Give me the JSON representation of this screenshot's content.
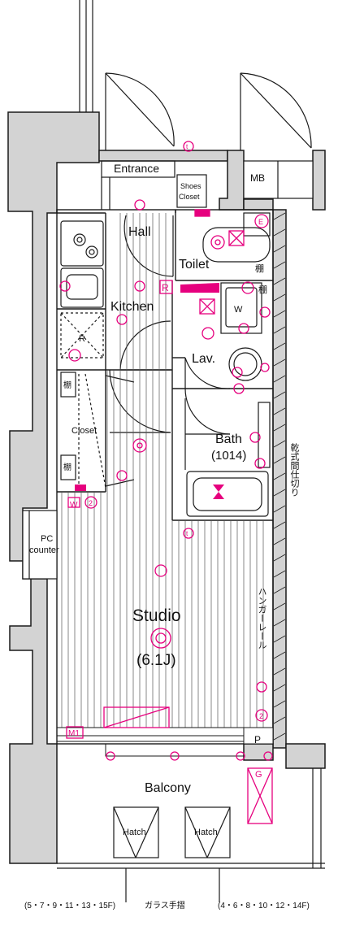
{
  "rooms": {
    "entrance": "Entrance",
    "shoes_closet_line1": "Shoes",
    "shoes_closet_line2": "Closet",
    "mb": "MB",
    "hall": "Hall",
    "toilet": "Toilet",
    "kitchen": "Kitchen",
    "lav": "Lav.",
    "bath": "Bath",
    "bath_size": "(1014)",
    "closet": "Closet",
    "pc_counter_line1": "PC",
    "pc_counter_line2": "counter",
    "studio": "Studio",
    "studio_size": "(6.1J)",
    "balcony": "Balcony",
    "hatch_left": "Hatch",
    "hatch_right": "Hatch"
  },
  "fixtures": {
    "refrigerator": "R",
    "range_hood_r": "R",
    "washer": "W",
    "shelf": "棚",
    "pipe_space": "P",
    "gas_meter": "G",
    "m1": "M1",
    "w2": "W",
    "circle_two": "2",
    "e_mark": "E",
    "t_mark": "t"
  },
  "annotations": {
    "partition_right": "乾式間仕切り",
    "hanger_rail": "ハンガーレール",
    "handrail": "ガラス手摺",
    "floors_left": "(5・7・9・11・13・15F)",
    "floors_right": "(4・6・8・10・12・14F)"
  },
  "colors": {
    "wall_fill": "#d3d3d3",
    "wall_stroke": "#1a1a1a",
    "magenta": "#e6007e",
    "floor_lines": "#555555"
  }
}
